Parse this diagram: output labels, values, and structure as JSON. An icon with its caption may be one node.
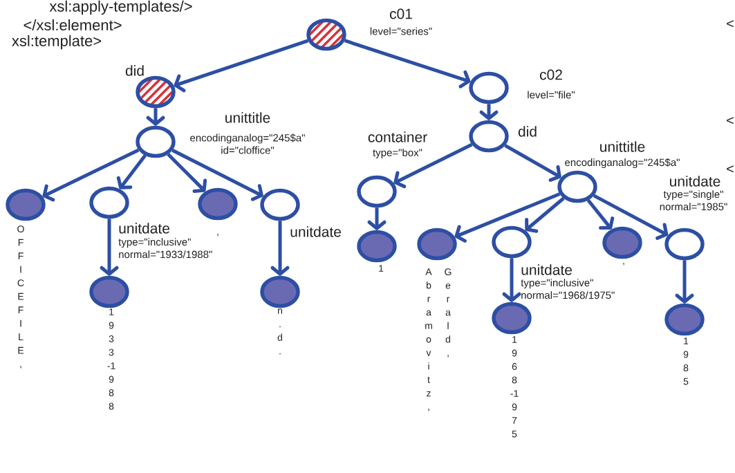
{
  "diagram": {
    "nodes": [
      {
        "text": [
          "c01",
          "level=\"series\""
        ]
      },
      {
        "text": [
          "did"
        ]
      },
      {
        "text": [
          "unittitle",
          "encodinganalog=\"245$a\" id=\"cloffice\""
        ]
      },
      {
        "text": [],
        "shape": "circle",
        "beside": [
          "OFFICE FILE,"
        ]
      },
      {
        "text": [
          "unitdate",
          "type=\"inclusive\" normal=\"1933/1988\""
        ]
      },
      {
        "text": [],
        "shape": "circle",
        "beside": [
          ","
        ]
      },
      {
        "text": [
          "unitdate"
        ]
      },
      {
        "text": [],
        "shape": "circle",
        "beside": [
          "1933-1988"
        ]
      },
      {
        "text": [],
        "shape": "circle",
        "beside": [
          "n.d."
        ]
      },
      {
        "text": [
          "c02",
          "level=\"file\""
        ]
      },
      {
        "text": [
          "did"
        ]
      },
      {
        "text": [
          "container",
          "type=\"box\""
        ]
      },
      {
        "text": [],
        "shape": "circle",
        "beside": [
          "1"
        ]
      },
      {
        "text": [
          "unittitle",
          "encodinganalog=\"245$a\""
        ]
      },
      {
        "text": [],
        "shape": "circle",
        "beside": [
          "Abramovitz,",
          "Gerald,"
        ]
      },
      {
        "text": [
          "unitdate",
          "type=\"inclusive\" normal=\"1968/1975\""
        ]
      },
      {
        "text": [],
        "shape": "circle",
        "beside": [
          ","
        ]
      },
      {
        "text": [
          "unitdate",
          "type=\"single\" normal=\"1985\""
        ]
      },
      {
        "text": [],
        "shape": "circle",
        "beside": [
          "1968-1975"
        ]
      },
      {
        "text": [],
        "shape": "circle",
        "beside": [
          "1985"
        ]
      }
    ],
    "edges": [
      {
        "from": 0,
        "to": 1,
        "arrow": "to"
      },
      {
        "from": 0,
        "to": 9,
        "arrow": "to"
      },
      {
        "from": 1,
        "to": 2,
        "arrow": "to"
      },
      {
        "from": 2,
        "to": 3,
        "arrow": "to"
      },
      {
        "from": 2,
        "to": 4,
        "arrow": "to"
      },
      {
        "from": 2,
        "to": 5,
        "arrow": "to"
      },
      {
        "from": 2,
        "to": 6,
        "arrow": "to"
      },
      {
        "from": 4,
        "to": 7,
        "arrow": "to"
      },
      {
        "from": 6,
        "to": 8,
        "arrow": "to"
      },
      {
        "from": 9,
        "to": 10,
        "arrow": "to"
      },
      {
        "from": 10,
        "to": 11,
        "arrow": "to"
      },
      {
        "from": 10,
        "to": 13,
        "arrow": "to"
      },
      {
        "from": 11,
        "to": 12,
        "arrow": "to"
      },
      {
        "from": 13,
        "to": 14,
        "arrow": "to"
      },
      {
        "from": 13,
        "to": 15,
        "arrow": "to"
      },
      {
        "from": 13,
        "to": 16,
        "arrow": "to"
      },
      {
        "from": 13,
        "to": 17,
        "arrow": "to"
      },
      {
        "from": 15,
        "to": 18,
        "arrow": "to"
      },
      {
        "from": 17,
        "to": 19,
        "arrow": "to"
      }
    ],
    "labels": [
      "xsl:apply-templates/>",
      "</xsl:element>",
      "xsl:template>",
      "<",
      "<",
      "<"
    ]
  }
}
